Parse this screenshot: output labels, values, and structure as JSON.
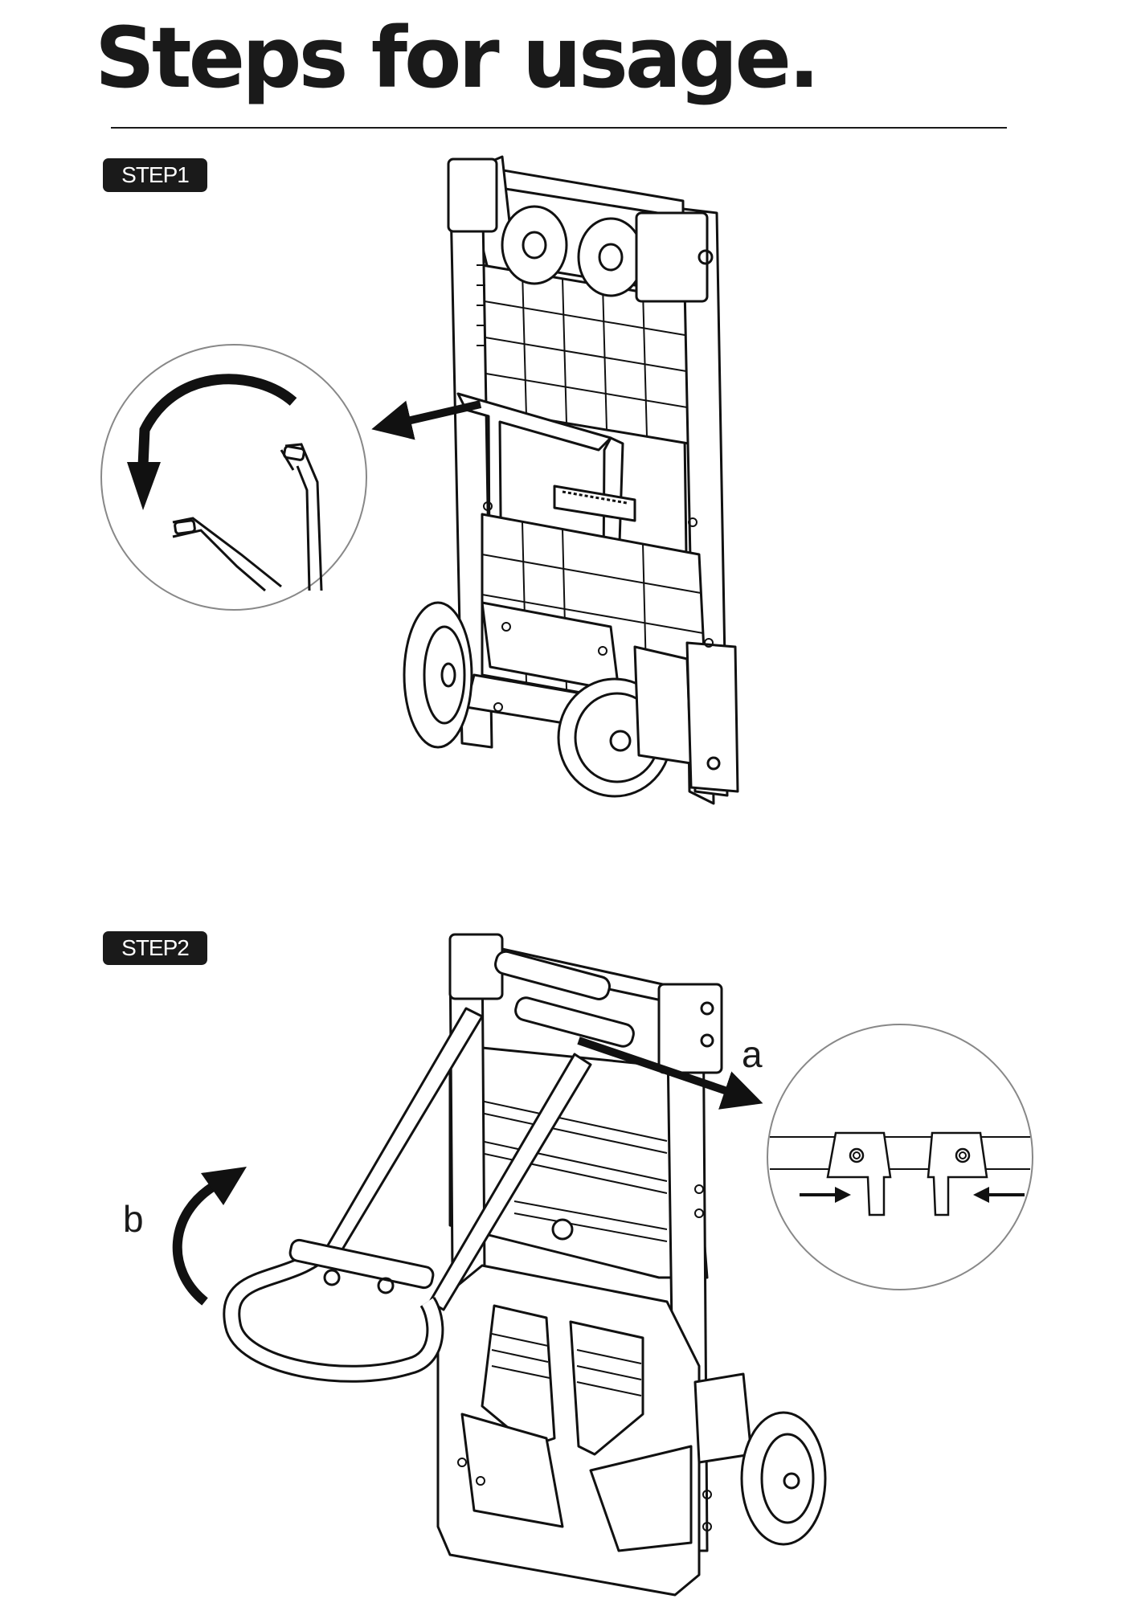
{
  "page": {
    "title": "Steps for usage."
  },
  "steps": [
    {
      "badge": "STEP1"
    },
    {
      "badge": "STEP2",
      "callout_labels": {
        "a": "a",
        "b": "b"
      }
    }
  ]
}
